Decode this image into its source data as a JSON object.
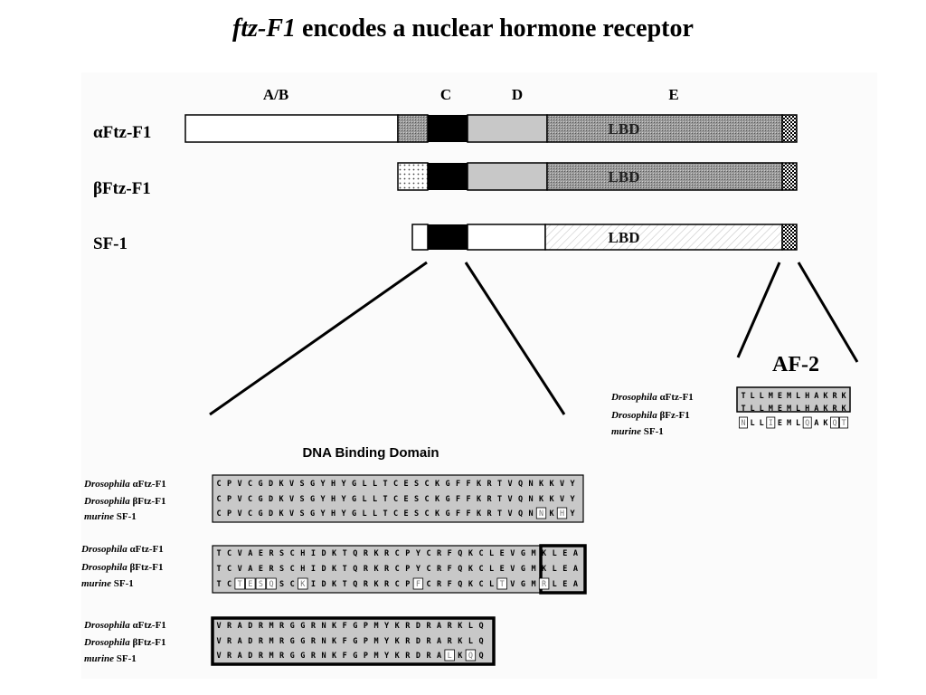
{
  "title": {
    "italic": "ftz-F1",
    "rest": " encodes a nuclear hormone receptor"
  },
  "domains": [
    "A/B",
    "C",
    "D",
    "E"
  ],
  "proteins": [
    "αFtz-F1",
    "βFtz-F1",
    "SF-1"
  ],
  "lbd_label": "LBD",
  "af2": {
    "label": "AF-2",
    "rows": [
      {
        "species": "Drosophila",
        "name": "αFtz-F1",
        "seq": "TLLMEMLHAKRK"
      },
      {
        "species": "Drosophila",
        "name": "βFz-F1",
        "seq": "TLLMEMLHAKRK"
      },
      {
        "species": "murine",
        "name": "SF-1",
        "seq": "NLLIEMLQAKQT"
      }
    ]
  },
  "dbd": {
    "label": "DNA Binding Domain",
    "blocks": [
      {
        "rows": [
          {
            "species": "Drosophila",
            "name": "αFtz-F1",
            "seq": "CPVCGDKVSGYHYGLLTCESCKGFFKRTVQNKKVY"
          },
          {
            "species": "Drosophila",
            "name": "βFtz-F1",
            "seq": "CPVCGDKVSGYHYGLLTCESCKGFFKRTVQNKKVY"
          },
          {
            "species": "murine",
            "name": "SF-1",
            "seq": "CPVCGDKVSGYHYGLLTCESCKGFFKRTVQNNKHY"
          }
        ]
      },
      {
        "rows": [
          {
            "species": "Drosophila",
            "name": "αFtz-F1",
            "seq": "TCVAERSCHIDKTQRKRCPYCRFQKCLEVGMKLEA"
          },
          {
            "species": "Drosophila",
            "name": "βFtz-F1",
            "seq": "TCVAERSCHIDKTQRKRCPYCRFQKCLEVGMKLEA"
          },
          {
            "species": "murine",
            "name": "SF-1",
            "seq": "TCTESQSCKIDKTQRKRCPFCRFQKCLTVGMRLEA"
          }
        ]
      },
      {
        "rows": [
          {
            "species": "Drosophila",
            "name": "αFtz-F1",
            "seq": "VRADRMRGGRNKFGPMYKRDRARKLQ"
          },
          {
            "species": "Drosophila",
            "name": "βFtz-F1",
            "seq": "VRADRMRGGRNKFGPMYKRDRARKLQ"
          },
          {
            "species": "murine",
            "name": "SF-1",
            "seq": "VRADRMRGGRNKFGPMYKRDRALKQQ"
          }
        ]
      }
    ]
  }
}
